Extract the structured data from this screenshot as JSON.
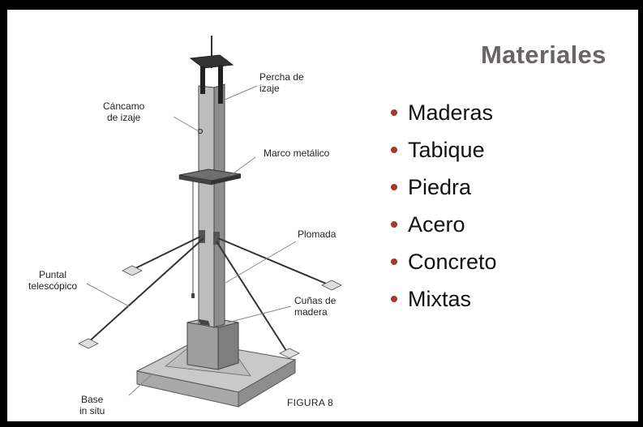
{
  "slide": {
    "title": "Materiales",
    "bullets": [
      "Maderas",
      "Tabique",
      "Piedra",
      "Acero",
      "Concreto",
      "Mixtas"
    ],
    "bullet_color": "#a8382e",
    "title_color": "#6b6464"
  },
  "figure": {
    "caption": "FIGURA 8",
    "labels": {
      "percha": [
        "Percha de",
        "izaje"
      ],
      "cancamo": [
        "Cáncamo",
        "de izaje"
      ],
      "marco": "Marco metálico",
      "plomada": "Plomada",
      "puntal": [
        "Puntal",
        "telescópico"
      ],
      "cunas": [
        "Cuñas de",
        "madera"
      ],
      "base": [
        "Base",
        "in situ"
      ]
    }
  }
}
